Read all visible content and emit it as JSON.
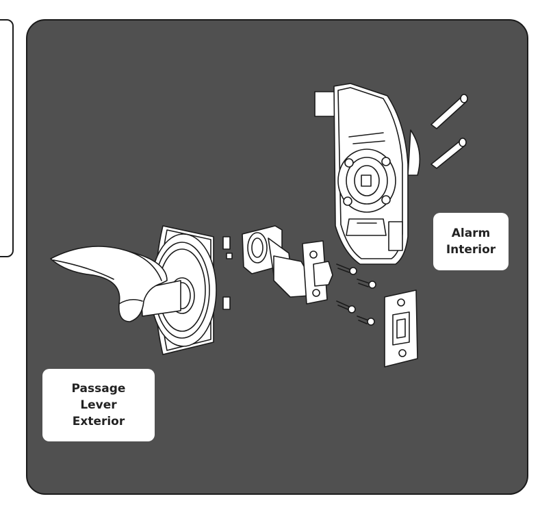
{
  "labels": {
    "alarm": {
      "line1": "Alarm",
      "line2": "Interior"
    },
    "passage": {
      "line1": "Passage",
      "line2": "Lever",
      "line3": "Exterior"
    }
  },
  "colors": {
    "panel_background": "#505050",
    "drawing_fill": "#ffffff",
    "outline": "#1a1a1a",
    "label_text": "#222222"
  },
  "parts": [
    "passage-lever-exterior",
    "latch",
    "latch-screws",
    "strike-plate",
    "strike-screws",
    "alarm-interior-unit",
    "through-bolts"
  ]
}
